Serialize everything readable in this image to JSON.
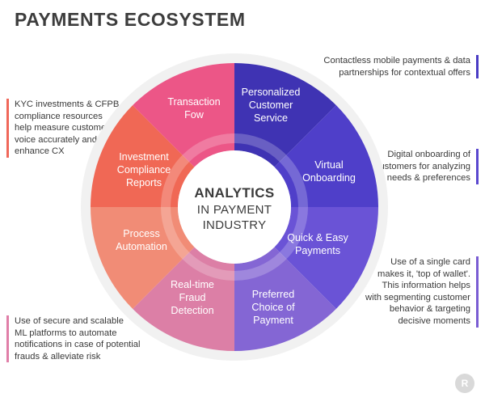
{
  "title": "PAYMENTS ECOSYSTEM",
  "center": {
    "title": "ANALYTICS",
    "line1": "IN PAYMENT",
    "line2": "INDUSTRY"
  },
  "segments": [
    {
      "id": "personalized",
      "lines": [
        "Personalized",
        "Customer",
        "Service"
      ],
      "color": "#3f33b3"
    },
    {
      "id": "virtual",
      "lines": [
        "Virtual",
        "Onboarding"
      ],
      "color": "#4f3fc9"
    },
    {
      "id": "quick",
      "lines": [
        "Quick & Easy",
        "Payments"
      ],
      "color": "#6a53d6"
    },
    {
      "id": "preferred",
      "lines": [
        "Preferred",
        "Choice of",
        "Payment"
      ],
      "color": "#8466d4"
    },
    {
      "id": "fraud",
      "lines": [
        "Real-time",
        "Fraud",
        "Detection"
      ],
      "color": "#dc7fa6"
    },
    {
      "id": "process",
      "lines": [
        "Process",
        "Automation"
      ],
      "color": "#f18c76"
    },
    {
      "id": "investment",
      "lines": [
        "Investment",
        "Compliance",
        "Reports"
      ],
      "color": "#f06855"
    },
    {
      "id": "transaction",
      "lines": [
        "Transaction",
        "Fow"
      ],
      "color": "#ec5687"
    }
  ],
  "notes": [
    {
      "id": "contactless",
      "text": "Contactless mobile payments & data\npartnerships for contextual offers",
      "color": "#4a3cc4",
      "side": "right"
    },
    {
      "id": "digital",
      "text": "Digital onboarding of\ncustomers for analyzing\nneeds & preferences",
      "color": "#5a48cf",
      "side": "right"
    },
    {
      "id": "single-card",
      "text": "Use of a single card\nmakes it, 'top of wallet'.\nThis information helps\nwith segmenting customer\nbehavior & targeting\ndecisive moments",
      "color": "#7a5dd3",
      "side": "right"
    },
    {
      "id": "kyc",
      "text": "KYC investments & CFPB\ncompliance resources\nhelp measure customer\nvoice accurately and\nenhance CX",
      "color": "#f0685a",
      "side": "left"
    },
    {
      "id": "ml",
      "text": "Use of secure and scalable\nML platforms to automate\nnotifications in case of potential\nfrauds & alleviate risk",
      "color": "#e07fa8",
      "side": "left"
    }
  ],
  "logo_text": "R"
}
